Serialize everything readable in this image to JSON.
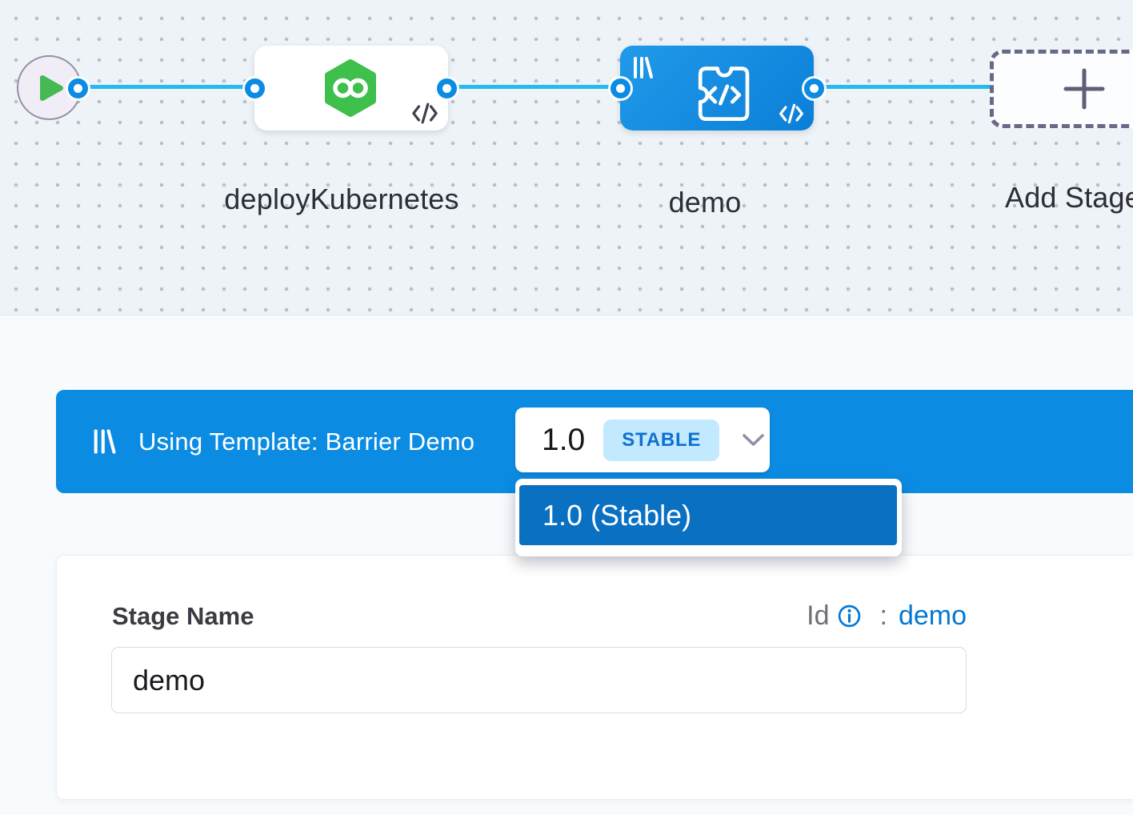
{
  "canvas": {
    "stages": [
      {
        "label": "deployKubernetes",
        "type": "deploy-stage"
      },
      {
        "label": "demo",
        "type": "custom-stage-from-template",
        "selected": true
      }
    ],
    "add_stage_label": "Add Stage"
  },
  "template_bar": {
    "label": "Using Template: Barrier Demo",
    "version": "1.0",
    "badge": "STABLE"
  },
  "version_dropdown": {
    "items": [
      {
        "label": "1.0 (Stable)",
        "selected": true
      }
    ]
  },
  "stage_form": {
    "name_label": "Stage Name",
    "name_value": "demo",
    "id_label": "Id",
    "id_separator": ":",
    "id_value": "demo"
  },
  "icons": {
    "play": "▶",
    "template-library": "||\\",
    "code": "</>",
    "plus": "+",
    "chevron-down": "⌄",
    "info": "ⓘ",
    "harness-deploy": "green hexagon with infinity loop"
  },
  "colors": {
    "canvas_bg": "#edf3f7",
    "banner_blue": "#0b8ce2",
    "node_blue": "#0b7fd8",
    "dropdown_selected_blue": "#0a70c2",
    "connector_cyan": "#2ab9ee",
    "link_blue": "#0278d5",
    "stable_badge_bg": "#c2e9fd",
    "stable_badge_text": "#0e71d0",
    "harness_green": "#3fbf4b",
    "play_green": "#46b854"
  }
}
